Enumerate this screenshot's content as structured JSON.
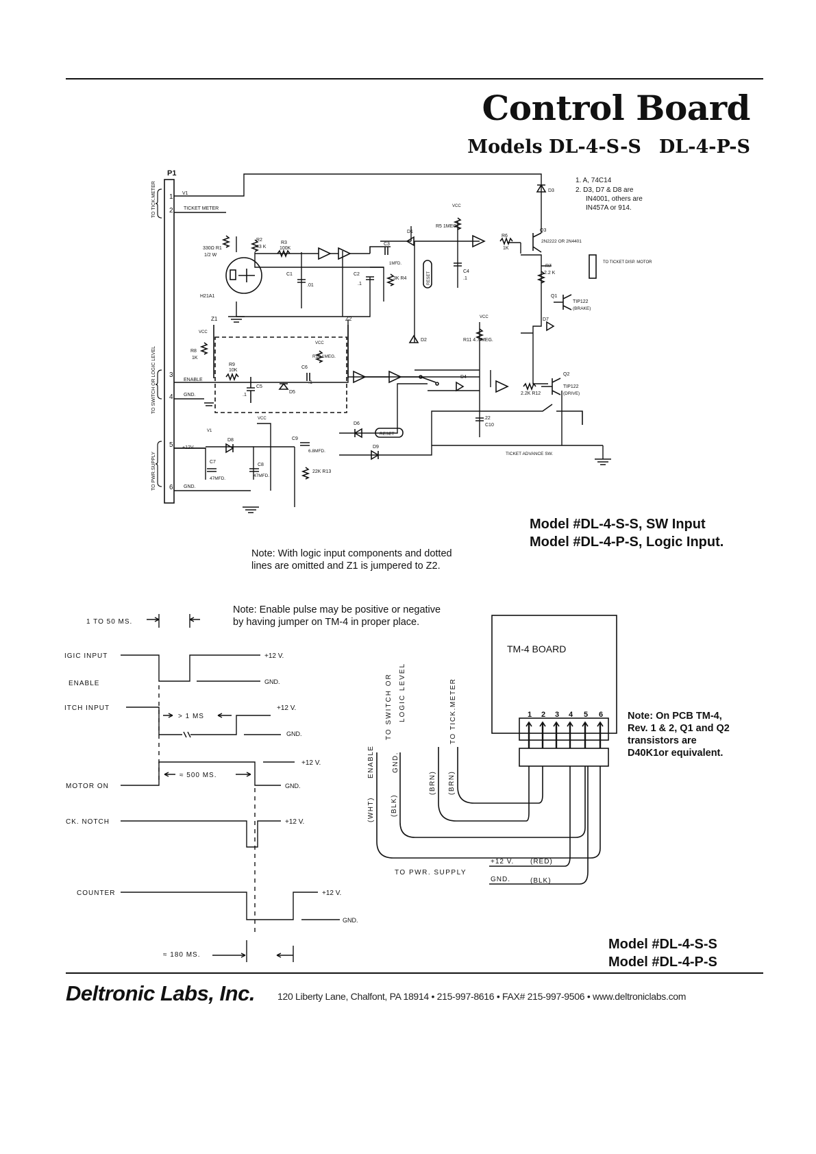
{
  "header": {
    "title": "Control Board",
    "subtitle_a": "Models DL-4-S-S",
    "subtitle_b": "DL-4-P-S"
  },
  "schematic": {
    "connector": "P1",
    "group_tick_meter": "TO TICK.METER",
    "group_switch_logic": "TO SWITCH OR LOGIC LEVEL",
    "group_pwr": "TO PWR.SUPPLY",
    "pin1": "1",
    "pin2": "2",
    "pin3": "3",
    "pin4": "4",
    "pin5": "5",
    "pin6": "6",
    "pin1_label": "V1",
    "pin2_label": "TICKET METER",
    "pin3_label": "ENABLE",
    "pin4_label": "GND.",
    "pin5_label": "+12V.",
    "pin6_label": "GND.",
    "notes_1": "1.  A, 74C14",
    "notes_2a": "2.  D3, D7 & D8 are",
    "notes_2b": "IN4001, others are",
    "notes_2c": "IN457A or 914.",
    "r1": "330Ω R1",
    "r1b": "1/2 W",
    "r2": "R2",
    "r2b": "43 K",
    "r3": "R3",
    "r3b": "100K",
    "r4": "3K R4",
    "r5": "R5 1MEG.",
    "r6": "R6",
    "r6b": "1K",
    "r7": "R7",
    "r7b": "2.2 K",
    "r8": "R8",
    "r8b": "1K",
    "r9": "R9",
    "r9b": "10K",
    "r10": "R10 1MEG.",
    "r11": "R11 4.7 MEG.",
    "r12": "2.2K R12",
    "r13": "22K R13",
    "c1": "C1",
    "c1b": ".01",
    "c2": "C2",
    "c2b": ".1",
    "c3": "C3",
    "c3b": "1MFD.",
    "c4": "C4",
    "c4b": ".1",
    "c5": "C5",
    "c5b": ".1",
    "c6": "C6",
    "c6b": ".1",
    "c7": "C7",
    "c7b": "47MFD.",
    "c8": "C8",
    "c8b": "47MFD.",
    "c9": "C9",
    "c9b": "6.8MFD.",
    "c10": ".22",
    "c10b": "C10",
    "h21a": "H21A1",
    "vcc": "VCC",
    "v1": "V1",
    "z1": "Z1",
    "z2": "Z2",
    "q1": "Q1",
    "q1b": "TIP122",
    "q1c": "(BRAKE)",
    "q2": "Q2",
    "q2b": "TIP122",
    "q2c": "(DRIVE)",
    "q3": "Q3",
    "q3b": "2N2222  OR  2N4401",
    "d1": "D1",
    "d2": "D2",
    "d3": "D3",
    "d4": "D4",
    "d5": "D5",
    "d6": "D6",
    "d7": "D7",
    "d8": "D8",
    "d9": "D9",
    "reset": "RESET",
    "motor": "TO TICKET DISP. MOTOR",
    "adv_sw": "TICKET ADVANCE SW."
  },
  "model_block_1": {
    "line1": "Model #DL-4-S-S, SW Input",
    "line2": "Model #DL-4-P-S, Logic Input."
  },
  "note_logic": {
    "line1": "Note:  With logic input components and dotted",
    "line2": "lines are omitted and Z1 is jumpered to Z2."
  },
  "note_enable": {
    "line1": "Note: Enable pulse may be positive or negative",
    "line2": "by having jumper on TM-4 in proper place."
  },
  "timing": {
    "pulse_width": "1 TO 50  MS.",
    "logic_input": "IGIC  INPUT",
    "enable": "ENABLE",
    "switch_input": "ITCH  INPUT",
    "gt1ms": "> 1  MS",
    "motor_on": "MOTOR   ON",
    "t500": "≈ 500 MS.",
    "tick_notch": "CK.  NOTCH",
    "counter": "COUNTER",
    "t180": "≈ 180  MS.",
    "plus12": "+12 V.",
    "gnd": "GND."
  },
  "wiring": {
    "board": "TM-4     BOARD",
    "pins": [
      "1",
      "2",
      "3",
      "4",
      "5",
      "6"
    ],
    "to_switch": "TO SWITCH OR",
    "logic_level": "LOGIC   LEVEL",
    "to_tick": "TO TICK.METER",
    "enable": "ENABLE",
    "gnd": "GND.",
    "wht": "(WHT)",
    "blk": "(BLK)",
    "brn1": "(BRN)",
    "brn2": "(BRN)",
    "to_pwr": "TO   PWR.  SUPPLY",
    "plus12": "+12  V.",
    "red": "(RED)",
    "gnd2": "GND.",
    "blk2": "(BLK)"
  },
  "note_pcb": {
    "line1": "Note:  On PCB TM-4,",
    "line2": "Rev. 1 & 2, Q1 and Q2",
    "line3": "transistors are",
    "line4": "D40K1or equivalent."
  },
  "model_block_2": {
    "line1": "Model #DL-4-S-S",
    "line2": "Model #DL-4-P-S"
  },
  "footer": {
    "brand": "Deltronic Labs, Inc.",
    "address": "120 Liberty Lane, Chalfont, PA 18914 • 215-997-8616 • FAX# 215-997-9506 • www.deltroniclabs.com"
  }
}
